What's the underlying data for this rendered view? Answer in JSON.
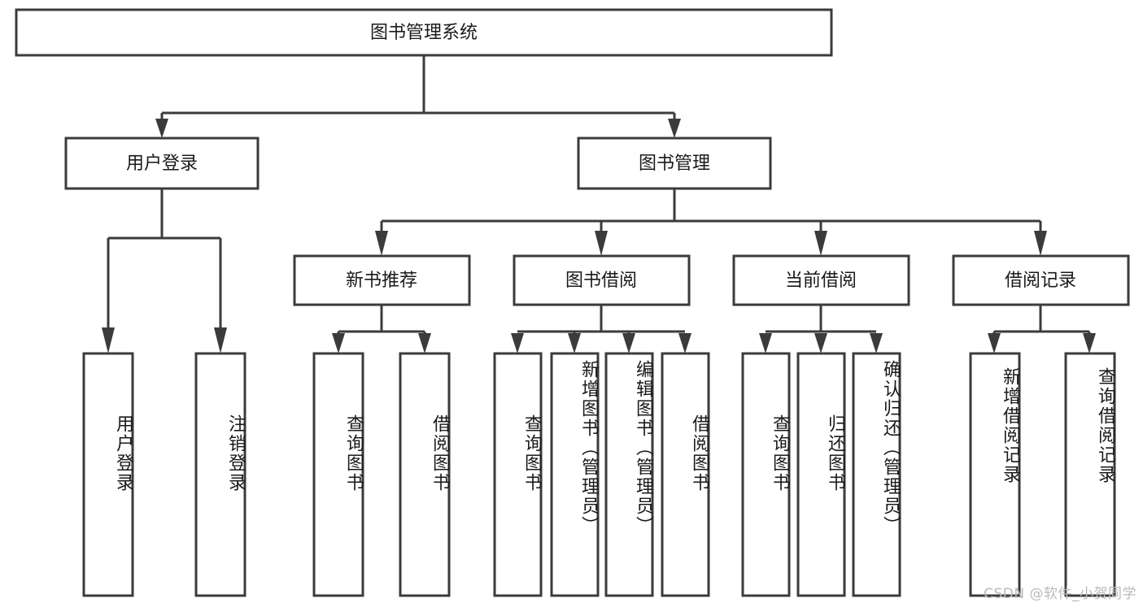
{
  "diagram": {
    "type": "tree-hierarchy",
    "title": "图书管理系统",
    "orientation": "top-down",
    "colors": {
      "box_fill": "#ffffff",
      "box_stroke": "#3b3b3b",
      "text": "#1a1a1a",
      "background": "#ffffff",
      "watermark": "#b9b9b9"
    },
    "root": {
      "label": "图书管理系统"
    },
    "level2": [
      {
        "label": "用户登录"
      },
      {
        "label": "图书管理"
      }
    ],
    "level3": [
      {
        "label": "新书推荐"
      },
      {
        "label": "图书借阅"
      },
      {
        "label": "当前借阅"
      },
      {
        "label": "借阅记录"
      }
    ],
    "leaves": {
      "user_login": [
        {
          "label": "用户登录"
        },
        {
          "label": "注销登录"
        }
      ],
      "new_book_recommend": [
        {
          "label": "查询图书"
        },
        {
          "label": "借阅图书"
        }
      ],
      "book_borrow": [
        {
          "label": "查询图书"
        },
        {
          "label": "新增图书（管理员）"
        },
        {
          "label": "编辑图书（管理员）"
        },
        {
          "label": "借阅图书"
        }
      ],
      "current_borrow": [
        {
          "label": "查询图书"
        },
        {
          "label": "归还图书"
        },
        {
          "label": "确认归还（管理员）"
        }
      ],
      "borrow_record": [
        {
          "label": "新增借阅记录"
        },
        {
          "label": "查询借阅记录"
        }
      ]
    }
  },
  "watermark": {
    "text": "CSDN @软件_小贺同学"
  }
}
